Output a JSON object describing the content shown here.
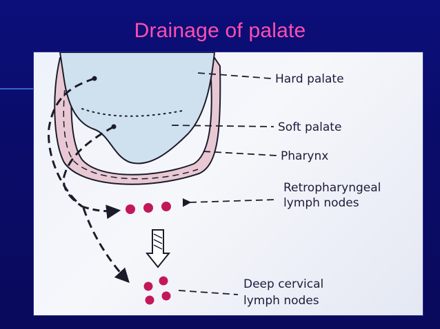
{
  "slide": {
    "title": "Drainage of palate"
  },
  "diagram": {
    "labels": {
      "hard_palate": "Hard palate",
      "soft_palate": "Soft palate",
      "pharynx": "Pharynx",
      "retro_line1": "Retropharyngeal",
      "retro_line2": "lymph nodes",
      "deep_line1": "Deep cervical",
      "deep_line2": "lymph nodes"
    },
    "colors": {
      "title": "#ff4fae",
      "node": "#c2185b",
      "pharynx_wall": "#e8c9d3",
      "cavity": "#cfe0ee",
      "line": "#1b1b2a"
    }
  }
}
